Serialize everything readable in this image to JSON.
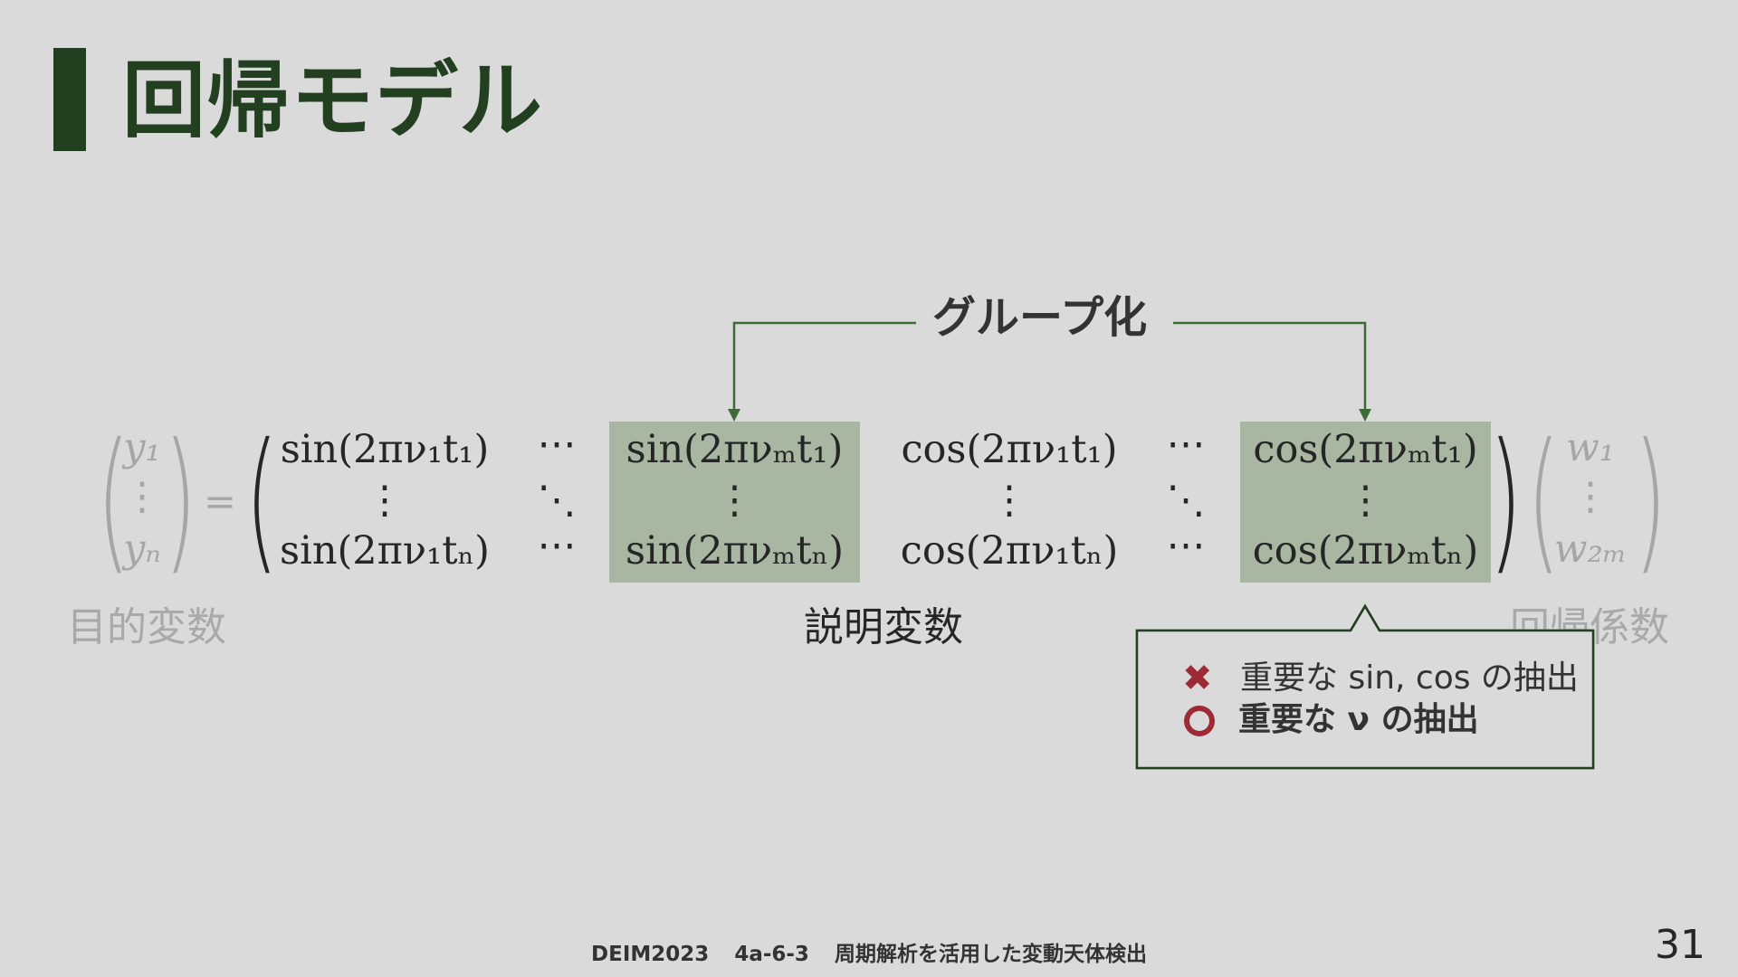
{
  "slide": {
    "title": "回帰モデル",
    "group_label": "グループ化",
    "labels": {
      "objective": "目的変数",
      "explanatory": "説明変数",
      "coefficient": "回帰係数"
    },
    "matrix": {
      "lhs_top": "y₁",
      "lhs_bottom": "yₙ",
      "rhs_top": "w₁",
      "rhs_bottom": "w₂ₘ",
      "equals": "=",
      "row1": [
        "sin(2πν₁t₁)",
        "⋯",
        "sin(2πνₘt₁)",
        "cos(2πν₁t₁)",
        "⋯",
        "cos(2πνₘt₁)"
      ],
      "row2": [
        "⋮",
        "⋱",
        "⋮",
        "⋮",
        "⋱",
        "⋮"
      ],
      "row3": [
        "sin(2πν₁tₙ)",
        "⋯",
        "sin(2πνₘtₙ)",
        "cos(2πν₁tₙ)",
        "⋯",
        "cos(2πνₘtₙ)"
      ],
      "vdots": "⋮"
    },
    "callout": {
      "line1_mark": "✖",
      "line1_text": "重要な sin, cos の抽出",
      "line2_text": "重要な ν の抽出"
    },
    "footer": {
      "conference": "DEIM2023",
      "session": "4a-6-3",
      "paper_title": "周期解析を活用した変動天体検出"
    },
    "page_number": "31",
    "colors": {
      "background": "#dadada",
      "title": "#223f20",
      "highlight": "#a8b6a2",
      "arrow": "#3d6b35",
      "mark": "#9e2a35",
      "faded": "#a6a6a6"
    }
  }
}
